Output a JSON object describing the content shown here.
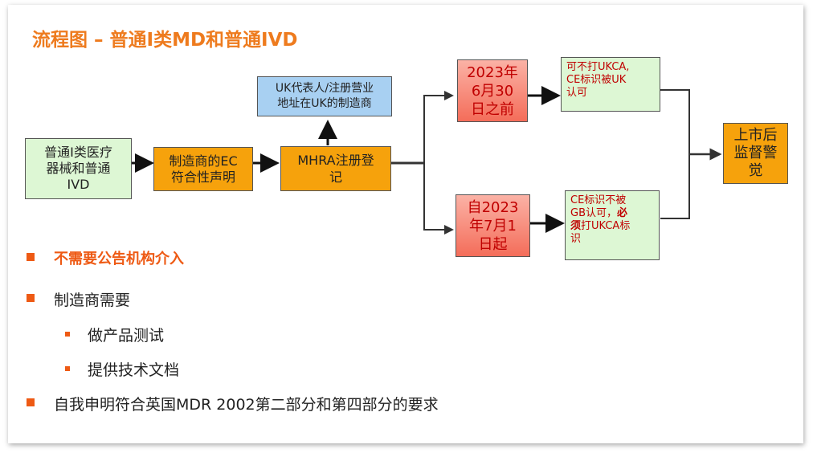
{
  "title": "流程图 – 普通I类MD和普通IVD",
  "nodes": {
    "start": [
      "普通I类医疗",
      "器械和普通",
      "IVD"
    ],
    "ec": [
      "制造商的EC",
      "符合性声明"
    ],
    "mhra": [
      "MHRA注册登",
      "记"
    ],
    "uk_rep": [
      "UK代表人/注册营业",
      "地址在UK的制造商"
    ],
    "before": [
      "2023年",
      "6月30",
      "日之前"
    ],
    "after": [
      "自2023",
      "年7月1",
      "日起"
    ],
    "note_before": [
      "可不打UKCA,",
      "CE标识被UK",
      "认可"
    ],
    "note_after_lines": [
      "CE标识不被",
      "GB认可，"
    ],
    "note_after_bold": "必",
    "note_after_bold2": "须",
    "note_after_rest": "打UKCA标",
    "note_after_last": "识",
    "market": [
      "上市后",
      "监督警",
      "觉"
    ]
  },
  "bullets": {
    "b1": "不需要公告机构介入",
    "b2": "制造商需要",
    "b2a": "做产品测试",
    "b2b": "提供技术文档",
    "b3": "自我申明符合英国MDR 2002第二部分和第四部分的要求"
  },
  "colors": {
    "accent": "#ee7b1e",
    "bullet": "#ee5a14",
    "green": "#ddf7d4",
    "orange": "#f6a20c",
    "blue": "#a8d0f2",
    "red_text": "#c00000"
  }
}
